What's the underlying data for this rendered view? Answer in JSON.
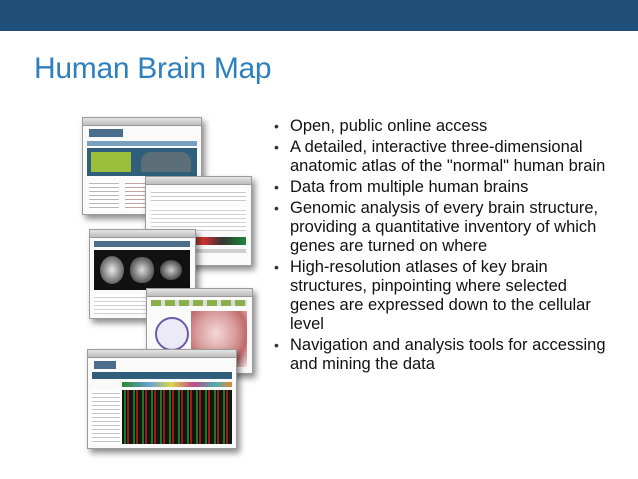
{
  "slide": {
    "title": "Human Brain Map",
    "bullets": [
      "Open, public online access",
      "A detailed, interactive three-dimensional anatomic atlas of the \"normal\" human brain",
      "Data from multiple human brains",
      "Genomic analysis of every brain structure, providing a quantitative inventory of which genes are turned on where",
      "High-resolution atlases of key brain structures, pinpointing where selected genes are expressed down to the cellular level",
      "Navigation and analysis tools for accessing and mining the data"
    ]
  },
  "colors": {
    "header_bar": "#1f4e79",
    "title": "#2e7fbf",
    "site_header": "#2f5f7a",
    "site_green": "#9bbf3a"
  },
  "screenshots": [
    {
      "name": "screenshot-homepage",
      "content": "allen-institute-home"
    },
    {
      "name": "screenshot-gene-browser",
      "content": "gene-expression-browser"
    },
    {
      "name": "screenshot-mri-viewer",
      "content": "mri-planes"
    },
    {
      "name": "screenshot-tissue-section",
      "content": "histology-section"
    },
    {
      "name": "screenshot-heatmap",
      "content": "expression-heatmap"
    }
  ]
}
